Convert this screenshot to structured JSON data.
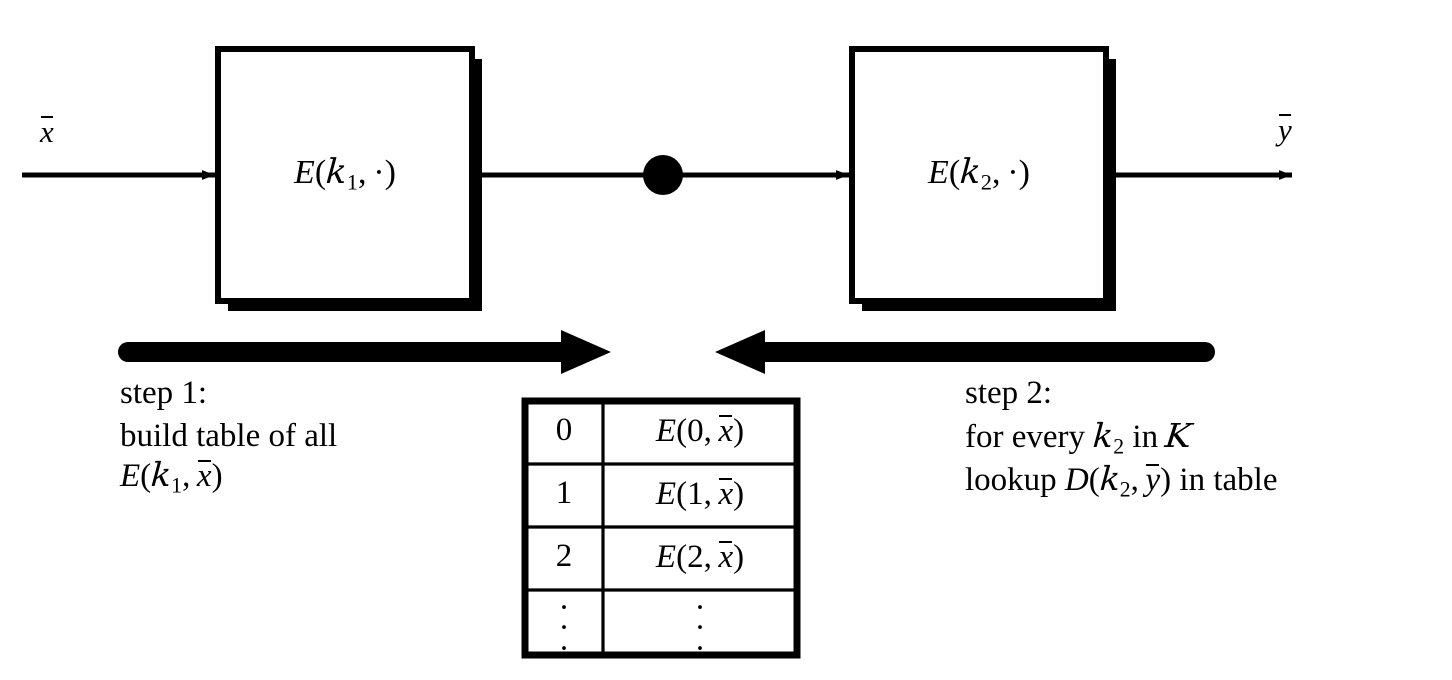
{
  "diagram": {
    "title": "meet-in-the-middle double encryption attack",
    "background_color": "#ffffff",
    "stroke_color": "#000000"
  },
  "signals": {
    "input_label": "x",
    "input_accent": "bar",
    "output_label": "y",
    "output_accent": "bar"
  },
  "blocks": [
    {
      "id": "encrypt-1",
      "function": "E",
      "key": "k",
      "key_subscript": "1",
      "argument": "·",
      "label": "E(k1, ·)"
    },
    {
      "id": "encrypt-2",
      "function": "E",
      "key": "k",
      "key_subscript": "2",
      "argument": "·",
      "label": "E(k2, ·)"
    }
  ],
  "junction": {
    "name": "midpoint-tap",
    "shape": "filled-circle"
  },
  "steps": [
    {
      "id": "step-1",
      "heading": "step 1:",
      "line2": "build table of all",
      "line3_function": "E",
      "line3_key": "k",
      "line3_key_subscript": "1",
      "line3_argument": "x",
      "line3_argument_accent": "bar",
      "line3": "E(k1, x̄)",
      "arrow_direction": "right"
    },
    {
      "id": "step-2",
      "heading": "step 2:",
      "line2_prefix": "for every",
      "line2_key": "k",
      "line2_key_subscript": "2",
      "line2_middle": "in",
      "line2_keyspace": "K",
      "line2": "for every k2 in ℬ",
      "line3_prefix": "lookup",
      "line3_function": "D",
      "line3_key": "k",
      "line3_key_subscript": "2",
      "line3_argument": "y",
      "line3_argument_accent": "bar",
      "line3_suffix": "in table",
      "line3": "lookup D(k2, ȳ) in table",
      "arrow_direction": "left"
    }
  ],
  "table": {
    "name": "precomputed-lookup-table",
    "columns": 2,
    "rows": [
      {
        "index": "0",
        "value_function": "E",
        "value_key": "0",
        "value_argument": "x",
        "value": "E(0, x̄)"
      },
      {
        "index": "1",
        "value_function": "E",
        "value_key": "1",
        "value_argument": "x",
        "value": "E(1, x̄)"
      },
      {
        "index": "2",
        "value_function": "E",
        "value_key": "2",
        "value_argument": "x",
        "value": "E(2, x̄)"
      },
      {
        "index": "⋮",
        "value": "⋮",
        "is_ellipsis": true
      }
    ]
  }
}
